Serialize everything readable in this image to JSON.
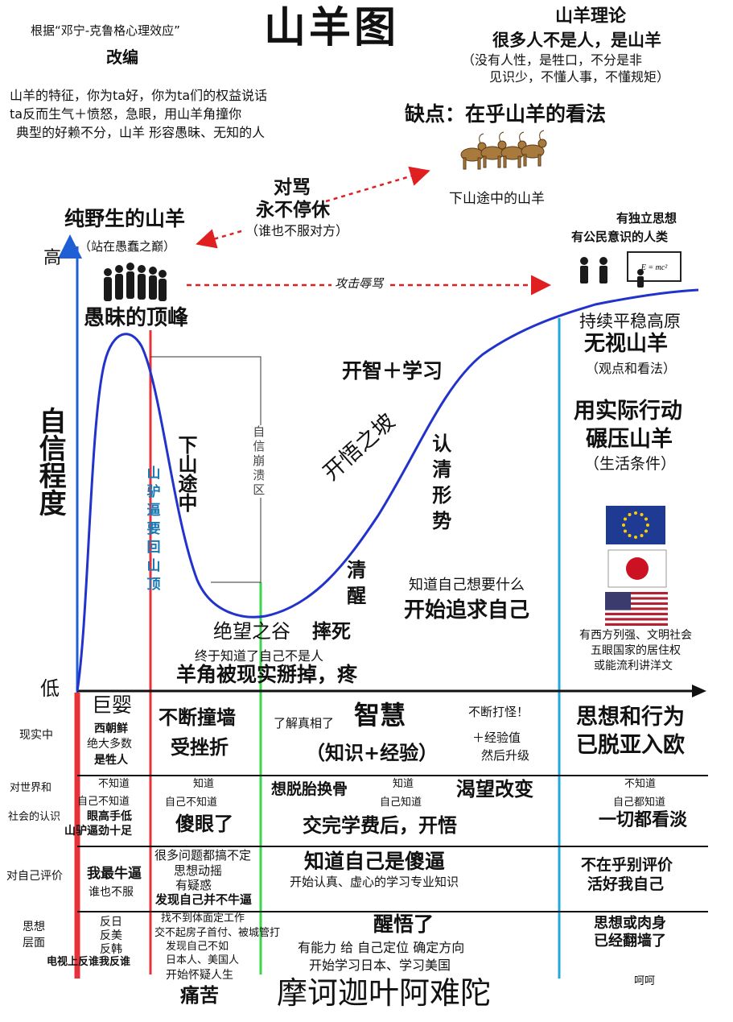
{
  "header": {
    "source_note_1": "根据“邓宁-克鲁格心理效应”",
    "source_note_2": "改编",
    "title": "山羊图",
    "theory_title": "山羊理论",
    "theory_main": "很多人不是人，是山羊",
    "theory_detail_1": "（没有人性，是牲口，不分是非",
    "theory_detail_2": "见识少，不懂人事，不懂规矩）",
    "traits": [
      "山羊的特征，你为ta好，你为ta们的权益说话",
      "ta反而生气＋愤怒，急眼，用山羊角撞你",
      "典型的好赖不分，山羊 形容愚昧、无知的人"
    ],
    "flaw": "缺点：在乎山羊的看法",
    "goats_caption": "下山途中的山羊"
  },
  "chart": {
    "y_axis_label": "自信程度",
    "y_high": "高",
    "y_low": "低",
    "peak_top_1": "纯野生的山羊",
    "peak_top_2": "（站在愚蠢之巅）",
    "peak_label": "愚昧的顶峰",
    "quarrel_1": "对骂",
    "quarrel_2": "永不停休",
    "quarrel_3": "（谁也不服对方）",
    "attack": "攻击辱骂",
    "human_1": "有独立思想",
    "human_2": "有公民意识的人类",
    "formula": "E = mc²",
    "descent": "下山途中",
    "donkey": "山驴逼要回山顶",
    "collapse": "自信崩溃区",
    "slope": "开悟之坡",
    "learn": "开智＋学习",
    "see": "认清形势",
    "wake": "清醒",
    "valley": "绝望之谷",
    "fall": "摔死",
    "realize": "终于知道了自己不是人",
    "horn": "羊角被现实掰掉，疼",
    "want_1": "知道自己想要什么",
    "want_2": "开始追求自己",
    "plateau_1": "持续平稳高原",
    "plateau_2": "无视山羊",
    "plateau_3": "（观点和看法）",
    "action_1": "用实际行动",
    "action_2": "碾压山羊",
    "action_3": "（生活条件）",
    "flags_caption": [
      "有西方列强、文明社会",
      "五眼国家的居住权",
      "或能流利讲洋文"
    ]
  },
  "table": {
    "rows": {
      "reality": "现实中",
      "world_1": "对世界和",
      "world_2": "社会的认识",
      "self": "对自己评价",
      "thought_1": "思想",
      "thought_2": "层面"
    },
    "reality": {
      "c1_a": "巨婴",
      "c1_b": "西朝鲜",
      "c1_c": "绝大多数",
      "c1_d": "是牲人",
      "c2_a": "不断撞墙",
      "c2_b": "受挫折",
      "c3_a": "了解真相了",
      "c3_b": "智慧",
      "c3_c": "（知识+经验）",
      "c3_d": "不断打怪！",
      "c3_e": "＋经验值",
      "c3_f": "然后升级",
      "c4_a": "思想和行为",
      "c4_b": "已脱亚入欧"
    },
    "world": {
      "c1_a": "不知道",
      "c1_b": "自己不知道",
      "c1_c": "眼高手低",
      "c1_d": "山驴逼劲十足",
      "c2_a": "知道",
      "c2_b": "自己不知道",
      "c2_c": "傻眼了",
      "c3_a": "想脱胎换骨",
      "c3_b": "知道",
      "c3_c": "自己知道",
      "c3_d": "渴望改变",
      "c3_e": "交完学费后，开悟",
      "c4_a": "不知道",
      "c4_b": "自己都知道",
      "c4_c": "一切都看淡"
    },
    "self": {
      "c1_a": "我最牛逼",
      "c1_b": "谁也不服",
      "c2_a": "很多问题都搞不定",
      "c2_b": "思想动摇",
      "c2_c": "有疑惑",
      "c2_d": "发现自己并不牛逼",
      "c3_a": "知道自己是傻逼",
      "c3_b": "开始认真、虚心的学习专业知识",
      "c4_a": "不在乎别评价",
      "c4_b": "活好我自己"
    },
    "thought": {
      "c1_a": "反日",
      "c1_b": "反美",
      "c1_c": "反韩",
      "c1_d": "电视上反谁我反谁",
      "c2_a": "找不到体面定工作",
      "c2_b": "交不起房子首付、被城管打",
      "c2_c": "发现自己不如",
      "c2_d": "日本人、美国人",
      "c2_e": "开始怀疑人生",
      "c2_f": "痛苦",
      "c3_a": "醒悟了",
      "c3_b": "有能力 给 自己定位 确定方向",
      "c3_c": "开始学习日本、学习美国",
      "c3_d": "摩诃迦叶阿难陀",
      "c4_a": "思想或肉身",
      "c4_b": "已经翻墙了",
      "c4_c": "呵呵"
    }
  },
  "colors": {
    "curve": "#2233cc",
    "axis": "#1f5fd6",
    "red_line": "#e8323a",
    "green_line": "#39d64a",
    "cyan_line": "#22a8e0",
    "dashed_arrow": "#e02020",
    "donkey_text": "#1a7ab5"
  },
  "icons": [
    "goat-icon",
    "crowd-icon",
    "people-icon",
    "blackboard-icon",
    "eu-flag-icon",
    "japan-flag-icon",
    "us-flag-icon"
  ]
}
